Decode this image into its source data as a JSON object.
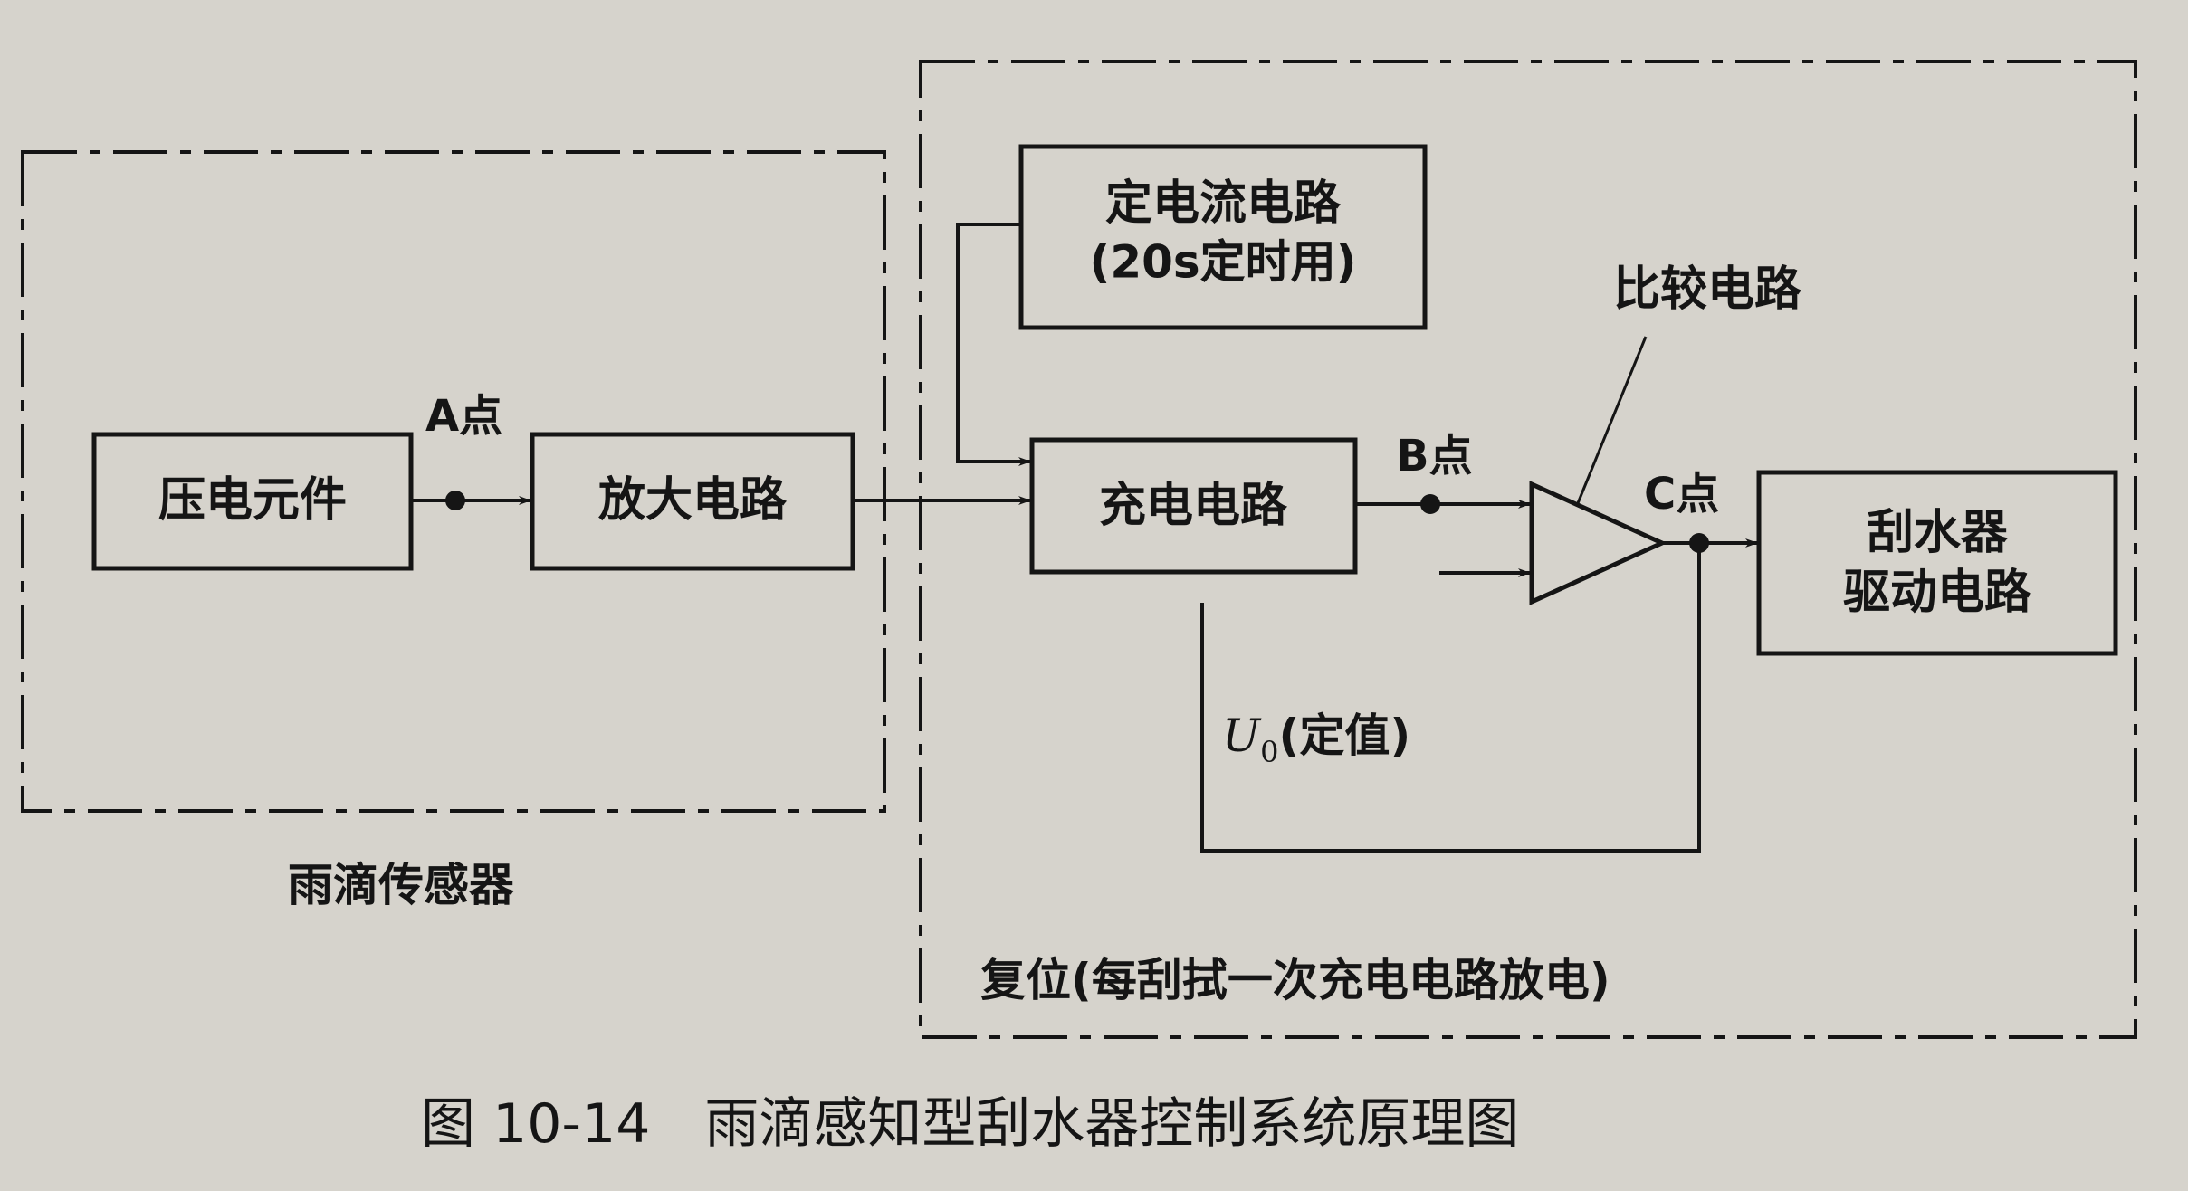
{
  "blocks": {
    "piezo": "压电元件",
    "amplifier": "放大电路",
    "constant_current_line1": "定电流电路",
    "constant_current_line2": "(20s定时用)",
    "charging": "充电电路",
    "wiper_driver_line1": "刮水器",
    "wiper_driver_line2": "驱动电路"
  },
  "labels": {
    "point_a": "A点",
    "point_b": "B点",
    "point_c": "C点",
    "comparator": "比较电路",
    "u0_symbol": "U",
    "u0_subscript": "0",
    "u0_suffix": "(定值)",
    "raindrop_sensor": "雨滴传感器",
    "reset": "复位(每刮拭一次充电电路放电)"
  },
  "caption": "图 10-14　雨滴感知型刮水器控制系统原理图",
  "colors": {
    "background": "#d6d3cc",
    "ink": "#151515"
  }
}
